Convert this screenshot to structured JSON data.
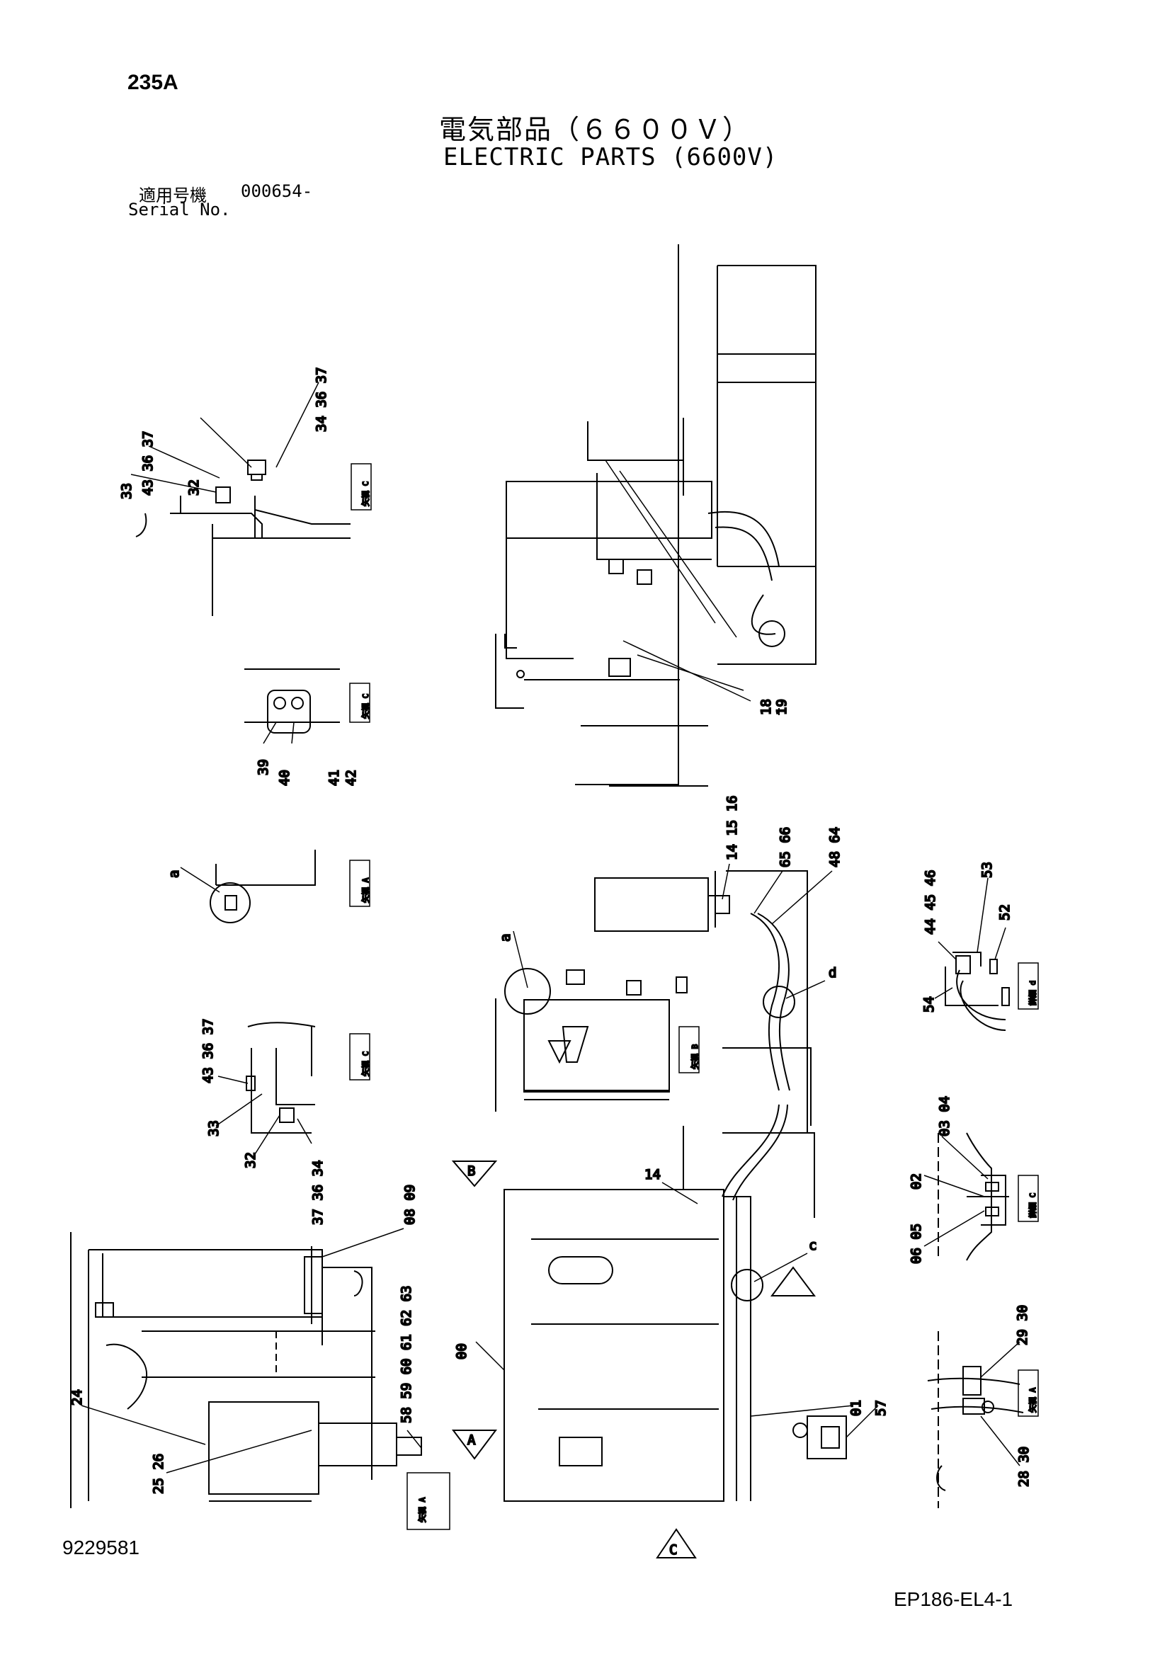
{
  "header": {
    "model": "235A",
    "title_jp": "電気部品（６６００Ｖ）",
    "title_en": "ELECTRIC PARTS (6600V)",
    "serial_label_jp": "適用号機",
    "serial_value": "000654-",
    "serial_label_en": "Serial No."
  },
  "footer": {
    "part_number": "9229581",
    "doc_number": "EP186-EL4-1"
  },
  "callouts": {
    "c00": "00",
    "c01": "01",
    "c02": "02",
    "c0304": "03 04",
    "c0605": "06 05",
    "c0809": "08 09",
    "c14": "14",
    "c141516": "14 15 16",
    "c18": "18",
    "c19": "19",
    "c24": "24",
    "c2526": "25 26",
    "c2830": "28 30",
    "c2930": "29 30",
    "c32a": "32",
    "c32b": "32",
    "c33a": "33",
    "c33b": "33",
    "c343637a": "34 36 37",
    "c433637a": "43 36 37",
    "c433637b": "43 36 37",
    "c373634b": "37 36 34",
    "c39": "39",
    "c40": "40",
    "c41": "41",
    "c42": "42",
    "c444546": "44 45 46",
    "c4864": "48 64",
    "c52": "52",
    "c53": "53",
    "c54": "54",
    "c57": "57",
    "c585963": "58 59 60 61 62 63",
    "c6566": "65 66"
  },
  "detail_markers": {
    "a": "a",
    "b": "b",
    "c": "c",
    "d": "d",
    "A": "A",
    "B": "B",
    "C": "C"
  },
  "view_labels": {
    "view_a": "矢視 A",
    "view_b": "矢視 B",
    "view_c": "矢視 C",
    "detail_c": "詳細 C",
    "detail_d": "詳細 d"
  }
}
